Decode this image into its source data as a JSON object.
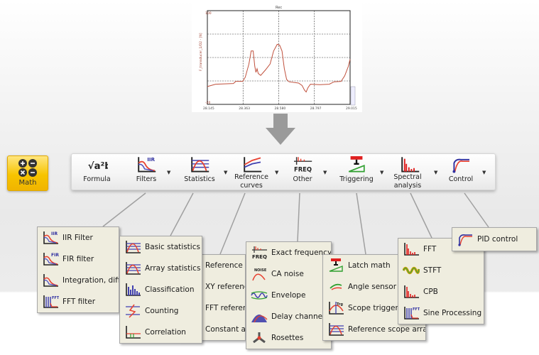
{
  "chart_data": {
    "type": "line",
    "title": "Rec",
    "ylabel": "F_transducer_1/D2 - [N]",
    "xlim": [
      28.145,
      29.015
    ],
    "ylim": [
      -20,
      100
    ],
    "x_ticks": [
      "28.145",
      "28.363",
      "28.580",
      "28.797",
      "29.015"
    ],
    "y_ticks": [
      "100",
      "-20"
    ],
    "grid": true,
    "series": [
      {
        "name": "F_transducer_1",
        "color": "#c0503c",
        "x": [
          28.145,
          28.195,
          28.304,
          28.318,
          28.361,
          28.376,
          28.398,
          28.412,
          28.424,
          28.434,
          28.441,
          28.448,
          28.455,
          28.47,
          28.499,
          28.527,
          28.549,
          28.571,
          28.585,
          28.6,
          28.614,
          28.628,
          28.643,
          28.701,
          28.722,
          28.737,
          28.747,
          28.758,
          28.773,
          28.83,
          28.888,
          28.917,
          28.96,
          28.982,
          29.004,
          29.015
        ],
        "y": [
          2.8,
          5.8,
          6.7,
          9.5,
          9.5,
          14.9,
          31.6,
          48.4,
          48.4,
          28.6,
          21.0,
          25.6,
          19.5,
          17.1,
          24.1,
          31.6,
          48.4,
          56.9,
          56.0,
          48.4,
          25.6,
          11.9,
          8.9,
          7.3,
          4.3,
          -1.8,
          -4.2,
          1.3,
          5.8,
          5.2,
          5.8,
          8.9,
          9.5,
          16.5,
          28.6,
          37.7
        ]
      }
    ]
  },
  "math_button": {
    "label": "Math"
  },
  "ribbon": [
    {
      "id": "formula",
      "label": "Formula",
      "icon": "formula-icon"
    },
    {
      "id": "filters",
      "label": "Filters",
      "icon": "iir-filter-icon"
    },
    {
      "id": "statistics",
      "label": "Statistics",
      "icon": "statistics-icon"
    },
    {
      "id": "reference",
      "label": "Reference curves",
      "icon": "reference-curves-icon"
    },
    {
      "id": "other",
      "label": "Other",
      "icon": "frequency-icon",
      "icon_text": "FREQ"
    },
    {
      "id": "triggering",
      "label": "Triggering",
      "icon": "trigger-icon"
    },
    {
      "id": "spectral",
      "label": "Spectral analysis",
      "icon": "spectrum-icon"
    },
    {
      "id": "control",
      "label": "Control",
      "icon": "control-icon"
    }
  ],
  "menus": {
    "filters": [
      "IIR Filter",
      "FIR filter",
      "Integration, differentiation",
      "FFT filter"
    ],
    "statistics": [
      "Basic statistics",
      "Array statistics",
      "Classification",
      "Counting",
      "Correlation"
    ],
    "reference": [
      "Reference curves",
      "XY reference curves",
      "FFT reference curves",
      "Constant array"
    ],
    "other": [
      "Exact frequency",
      "CA noise",
      "Envelope",
      "Delay channel",
      "Rosettes"
    ],
    "triggering": [
      "Latch math",
      "Angle sensor",
      "Scope trigger",
      "Reference scope array"
    ],
    "spectral": [
      "FFT",
      "STFT",
      "CPB",
      "Sine Processing"
    ],
    "control": [
      "PID control"
    ]
  },
  "colors": {
    "accent": "#f7c400",
    "menu_bg": "#efeddf",
    "curve": "#c0503c"
  }
}
